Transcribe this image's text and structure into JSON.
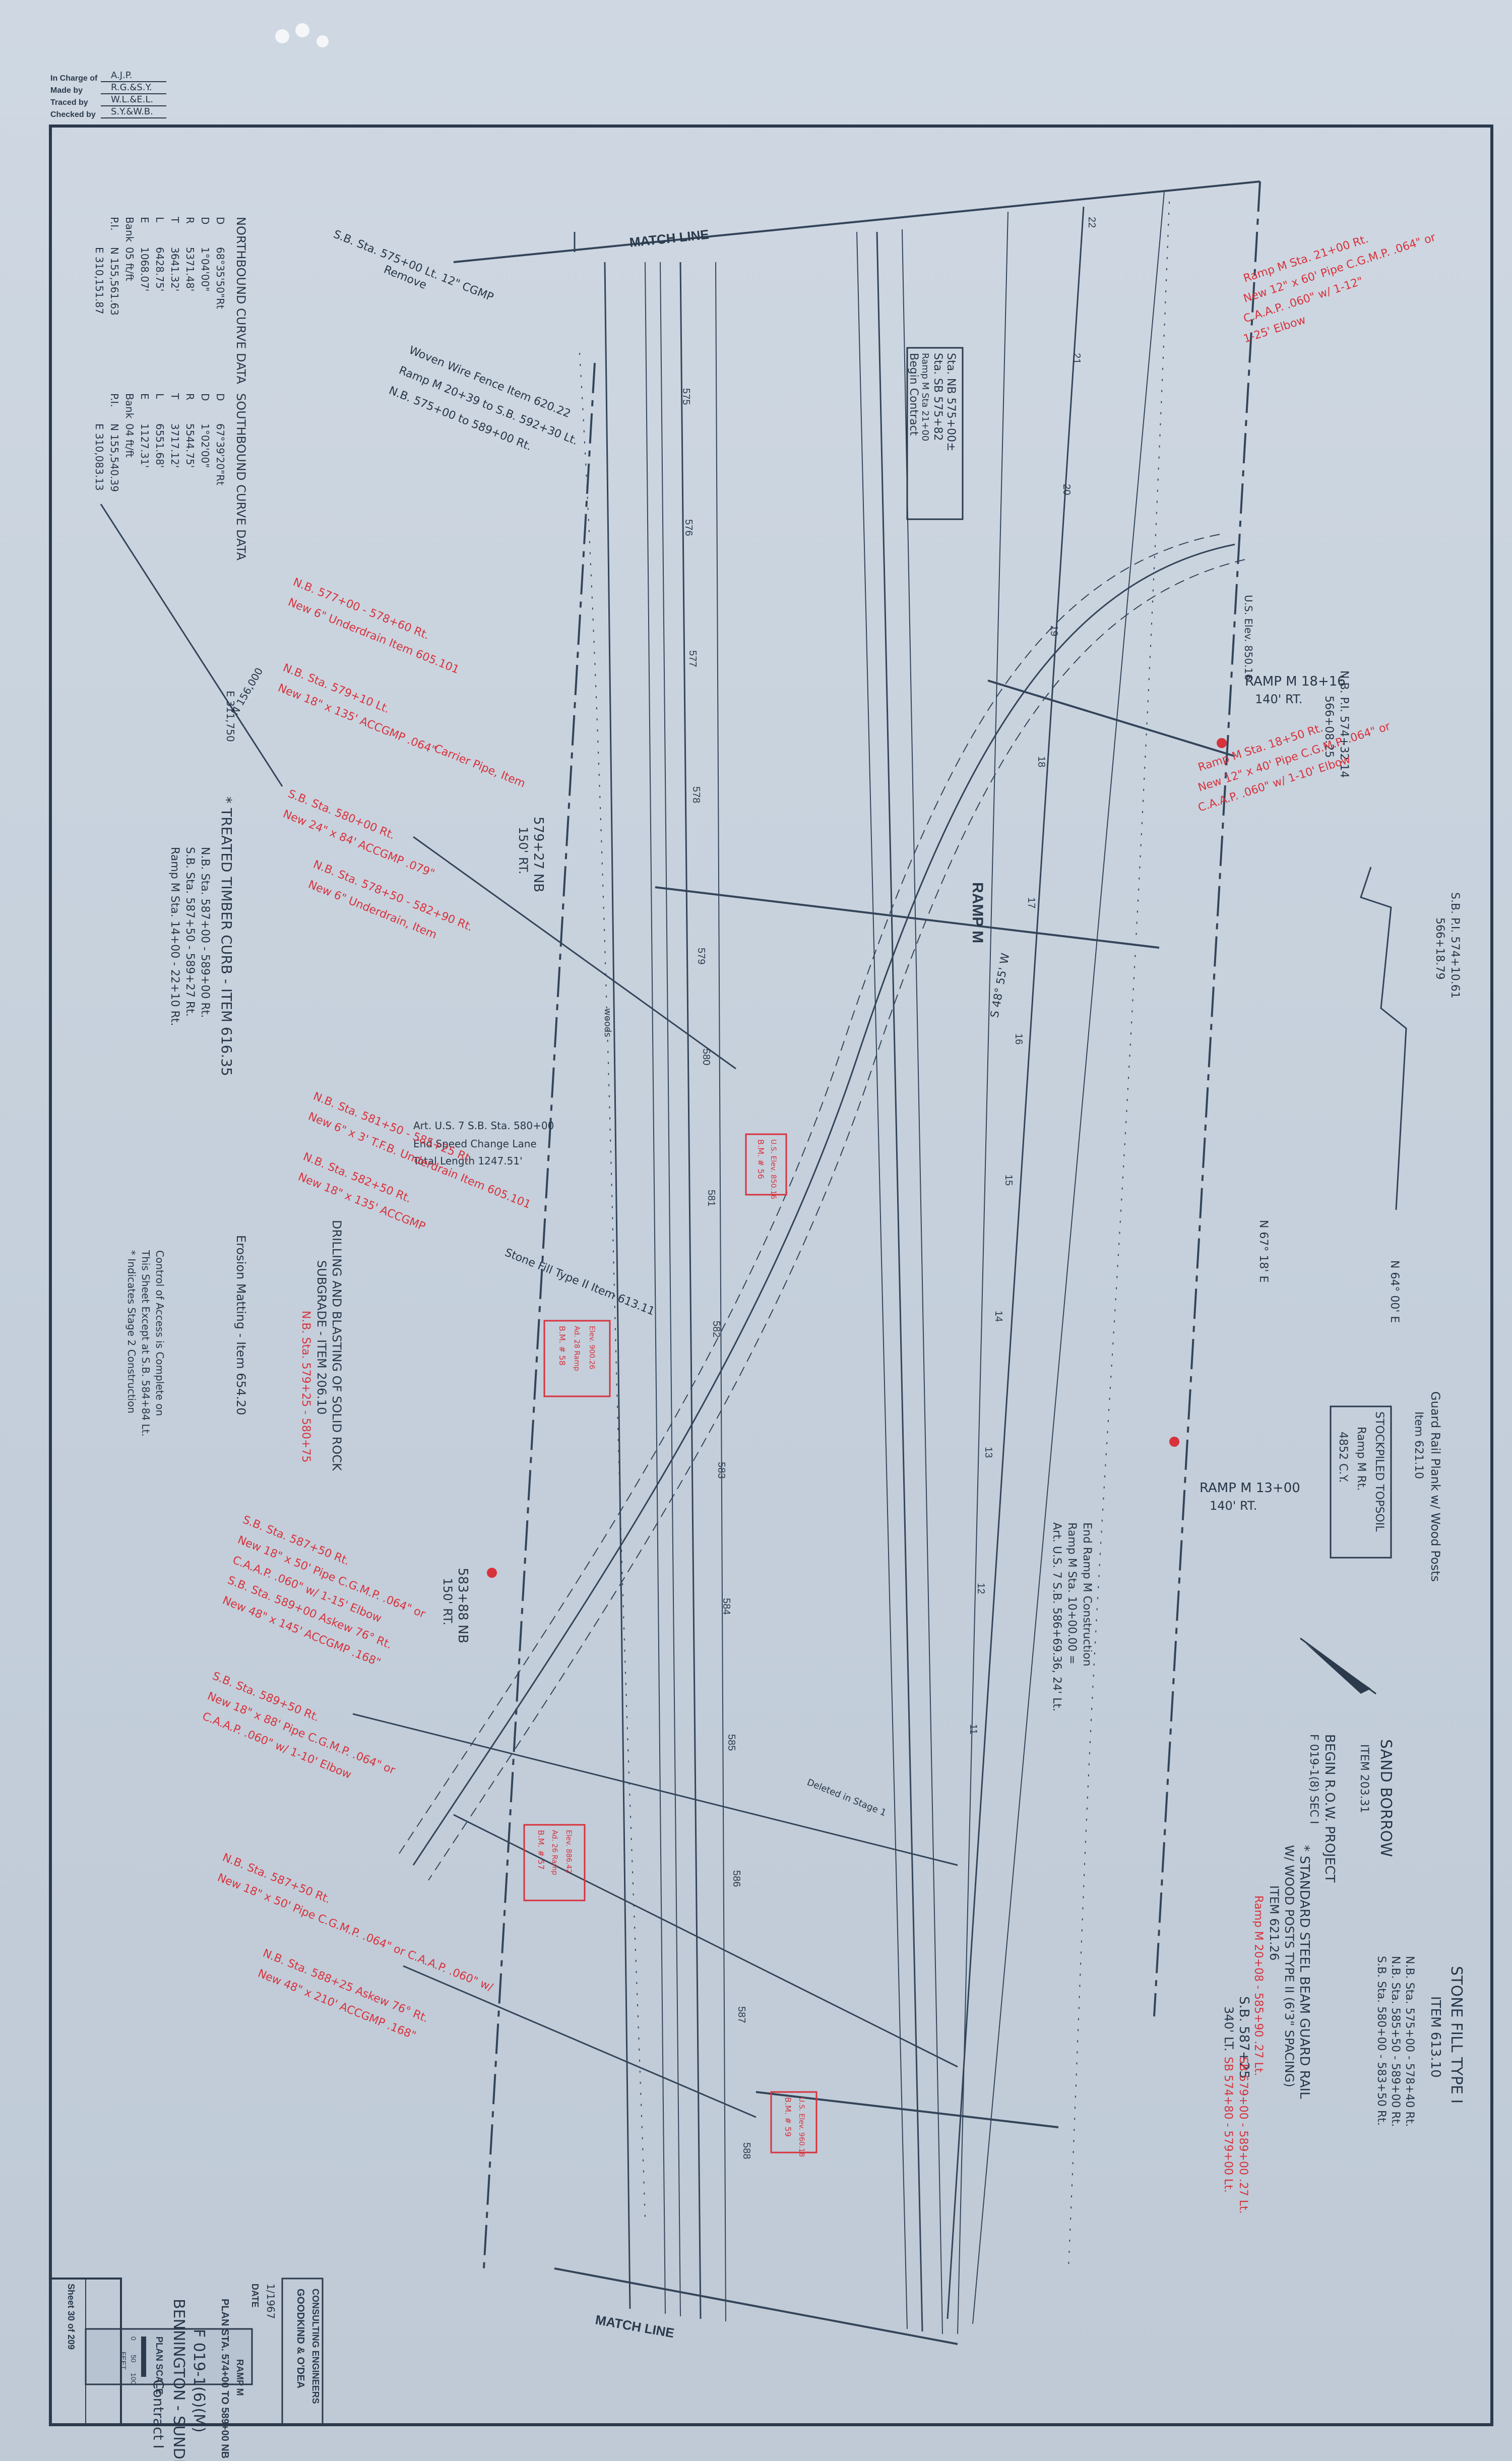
{
  "header": {
    "rows": [
      {
        "label": "In Charge of",
        "value": "A.J.P."
      },
      {
        "label": "Made by",
        "value": "R.G.&S.Y."
      },
      {
        "label": "Traced by",
        "value": "W.L.&E.L."
      },
      {
        "label": "Checked by",
        "value": "S.Y.&W.B."
      }
    ]
  },
  "match_line_top": "MATCH LINE",
  "match_line_bottom": "MATCH LINE",
  "ramp_label": "RAMP M",
  "stations_mainline": [
    "575",
    "576",
    "577",
    "578",
    "579",
    "580",
    "581",
    "582",
    "583",
    "584",
    "585",
    "586",
    "587",
    "588"
  ],
  "stations_ramp": [
    "22",
    "21",
    "20",
    "19",
    "18",
    "17",
    "16",
    "15",
    "14",
    "13",
    "12",
    "11"
  ],
  "northbound_curve": {
    "title": "NORTHBOUND CURVE DATA",
    "rows": [
      {
        "k": "D",
        "v": "68°35'50\"Rt"
      },
      {
        "k": "D",
        "v": "1°04'00\""
      },
      {
        "k": "R",
        "v": "5371.48'"
      },
      {
        "k": "T",
        "v": "3641.32'"
      },
      {
        "k": "L",
        "v": "6428.75'"
      },
      {
        "k": "E",
        "v": "1068.07'"
      },
      {
        "k": "Bank",
        "v": "05 ft/ft"
      },
      {
        "k": "P.I.",
        "v": "N 155,561.63"
      },
      {
        "k": "",
        "v": "E 310,151.87"
      }
    ]
  },
  "southbound_curve": {
    "title": "SOUTHBOUND CURVE DATA",
    "rows": [
      {
        "k": "D",
        "v": "67°39'20\"Rt"
      },
      {
        "k": "D",
        "v": "1°02'00\""
      },
      {
        "k": "R",
        "v": "5544.75'"
      },
      {
        "k": "T",
        "v": "3717.12'"
      },
      {
        "k": "L",
        "v": "6551.68'"
      },
      {
        "k": "E",
        "v": "1127.31'"
      },
      {
        "k": "Bank",
        "v": "04 ft/ft"
      },
      {
        "k": "P.I.",
        "v": "N 155,540.39"
      },
      {
        "k": "",
        "v": "E 310,083.13"
      }
    ]
  },
  "begin_contract": {
    "lines": [
      "Sta. NB 575+00±",
      "Sta. SB 575+82",
      "Ramp M Sta 21+00",
      "Begin Contract"
    ]
  },
  "notes_black": [
    {
      "id": "removal",
      "text": "S.B. Sta. 575+00 Lt. 12\" CGMP",
      "sub": "Remove"
    },
    {
      "id": "fence",
      "text": "Woven Wire Fence Item 620.22",
      "sub": "Ramp M 20+39 to S.B. 592+30 Lt."
    },
    {
      "id": "fence2",
      "text": "N.B. 575+00 to 589+00 Rt."
    },
    {
      "id": "endspeed",
      "text": "Art. U.S. 7 S.B. Sta. 580+00",
      "sub": "End Speed Change Lane"
    },
    {
      "id": "totallen",
      "text": "Total Length 1247.51'"
    },
    {
      "id": "timber",
      "text": "* TREATED TIMBER CURB - ITEM 616.35"
    },
    {
      "id": "timber1",
      "text": "N.B. Sta. 587+00 - 589+00 Rt."
    },
    {
      "id": "timber2",
      "text": "S.B. Sta. 587+50 - 589+27 Rt."
    },
    {
      "id": "timber3",
      "text": "Ramp M Sta. 14+00 - 22+10 Rt."
    },
    {
      "id": "erosion",
      "text": "Erosion Matting - Item 654.20"
    },
    {
      "id": "drilling",
      "text": "DRILLING AND BLASTING OF SOLID ROCK"
    },
    {
      "id": "subgrade",
      "text": "SUBGRADE - ITEM 206.10"
    },
    {
      "id": "control",
      "text": "Control of Access is Complete on"
    },
    {
      "id": "control2",
      "text": "This Sheet Except at S.B. 584+84 Lt."
    },
    {
      "id": "stage",
      "text": "* Indicates Stage 2 Construction"
    },
    {
      "id": "stonefill",
      "text": "Stone Fill Type II Item 613.11"
    },
    {
      "id": "endramp",
      "text": "End Ramp M Construction"
    },
    {
      "id": "endramp2",
      "text": "Ramp M Sta. 10+00.00 ="
    },
    {
      "id": "endramp3",
      "text": "Art. U.S. 7 S.B. 586+69.36, 24' Lt."
    },
    {
      "id": "guard",
      "text": "Guard Rail Plank w/ Wood Posts"
    },
    {
      "id": "guard2",
      "text": "Item 621.10"
    },
    {
      "id": "stockpile",
      "text": "STOCKPILED TOPSOIL"
    },
    {
      "id": "stockpile2",
      "text": "Ramp M Rt."
    },
    {
      "id": "stockpile3",
      "text": "4852 C.Y."
    },
    {
      "id": "sandborrow",
      "text": "SAND BORROW"
    },
    {
      "id": "sandborrow2",
      "text": "ITEM 203.31"
    },
    {
      "id": "beginrow",
      "text": "BEGIN R.O.W. PROJECT"
    },
    {
      "id": "beginrow2",
      "text": "F 019-1(8) SEC I"
    },
    {
      "id": "steelbeam",
      "text": "* STANDARD STEEL BEAM GUARD RAIL"
    },
    {
      "id": "steelbeam2",
      "text": "W/ WOOD POSTS TYPE II (6'3\" SPACING)"
    },
    {
      "id": "steelbeam3",
      "text": "ITEM 621.26"
    },
    {
      "id": "stonefill1",
      "text": "STONE FILL TYPE I"
    },
    {
      "id": "stonefill1b",
      "text": "ITEM 613.10"
    },
    {
      "id": "sf1",
      "text": "N.B. Sta. 575+00 - 578+40 Rt."
    },
    {
      "id": "sf2",
      "text": "N.B. Sta. 585+50 - 589+00 Rt."
    },
    {
      "id": "sf3",
      "text": "S.B. Sta. 580+00 - 583+50 Rt."
    },
    {
      "id": "rampm18",
      "text": "RAMP M 18+16"
    },
    {
      "id": "rampm18b",
      "text": "140' RT."
    },
    {
      "id": "rampm13",
      "text": "RAMP M 13+00"
    },
    {
      "id": "rampm13b",
      "text": "140' RT."
    },
    {
      "id": "sta579",
      "text": "579+27 NB"
    },
    {
      "id": "sta579b",
      "text": "150' RT."
    },
    {
      "id": "sta583",
      "text": "583+88 NB"
    },
    {
      "id": "sta583b",
      "text": "150' RT."
    },
    {
      "id": "sb587",
      "text": "S.B. 587+25"
    },
    {
      "id": "sb587b",
      "text": "340' LT."
    },
    {
      "id": "nbpi",
      "text": "N.B. P.I. 574+32.14"
    },
    {
      "id": "nbpi2",
      "text": "566+08.25"
    },
    {
      "id": "sbpi",
      "text": "S.B. P.I. 574+10.61"
    },
    {
      "id": "sbpi2",
      "text": "566+18.79"
    },
    {
      "id": "neast",
      "text": "N 67° 18' E"
    },
    {
      "id": "neast2",
      "text": "N 64° 00' E"
    },
    {
      "id": "bearing",
      "text": "S 48° 55' W"
    },
    {
      "id": "usgs",
      "text": "U.S. Elev. 850.16"
    },
    {
      "id": "eng",
      "text": "E 311,750"
    },
    {
      "id": "nor",
      "text": "N 156,000"
    },
    {
      "id": "woods",
      "text": "woods"
    },
    {
      "id": "deleted",
      "text": "Deleted in Stage 1"
    }
  ],
  "notes_red": [
    {
      "id": "r1",
      "text": "Ramp M Sta. 21+00 Rt."
    },
    {
      "id": "r1b",
      "text": "New 12\" x 60' Pipe C.G.M.P. .064\" or"
    },
    {
      "id": "r1c",
      "text": "C.A.A.P. .060\" w/ 1-12\""
    },
    {
      "id": "r1d",
      "text": "1-25' Elbow"
    },
    {
      "id": "r2",
      "text": "N.B. 577+00 - 578+60 Rt."
    },
    {
      "id": "r2b",
      "text": "New 6\" Underdrain Item 605.101"
    },
    {
      "id": "r3",
      "text": "N.B. Sta. 579+10 Lt."
    },
    {
      "id": "r3b",
      "text": "New 18\" x 135' ACCGMP .064\""
    },
    {
      "id": "r3c",
      "text": "Carrier Pipe, Item"
    },
    {
      "id": "r4",
      "text": "S.B. Sta. 580+00 Rt."
    },
    {
      "id": "r4b",
      "text": "New 24\" x 84' ACCGMP .079\""
    },
    {
      "id": "r5",
      "text": "N.B. Sta. 578+50 - 582+90 Rt."
    },
    {
      "id": "r5b",
      "text": "New 6\" Underdrain, Item"
    },
    {
      "id": "r6",
      "text": "Ramp M Sta. 18+50 Rt."
    },
    {
      "id": "r6b",
      "text": "New 12\" x 40' Pipe C.G.M.P. .064\" or"
    },
    {
      "id": "r6c",
      "text": "C.A.A.P. .060\" w/ 1-10' Elbow"
    },
    {
      "id": "r7",
      "text": "N.B. Sta. 581+50 - 585+25 Rt."
    },
    {
      "id": "r7b",
      "text": "New 6\" x 3' T.F.B. Underdrain Item 605.101"
    },
    {
      "id": "r8",
      "text": "N.B. Sta. 582+50 Rt."
    },
    {
      "id": "r8b",
      "text": "New 18\" x 135' ACCGMP"
    },
    {
      "id": "r9",
      "text": "N.B. Sta. 579+25 - 580+75"
    },
    {
      "id": "r10",
      "text": "S.B. Sta. 587+50 Rt."
    },
    {
      "id": "r10b",
      "text": "New 18\" x 50' Pipe C.G.M.P. .064\" or"
    },
    {
      "id": "r10c",
      "text": "C.A.A.P. .060\" w/ 1-15' Elbow"
    },
    {
      "id": "r11",
      "text": "S.B. Sta. 589+00 Askew 76° Rt."
    },
    {
      "id": "r11b",
      "text": "New 48\" x 145' ACCGMP .168\""
    },
    {
      "id": "r12",
      "text": "S.B. Sta. 589+50 Rt."
    },
    {
      "id": "r12b",
      "text": "New 18\" x 88' Pipe C.G.M.P. .064\" or"
    },
    {
      "id": "r12c",
      "text": "C.A.A.P. .060\" w/ 1-10' Elbow"
    },
    {
      "id": "r13",
      "text": "N.B. Sta. 587+50 Rt."
    },
    {
      "id": "r13b",
      "text": "New 18\" x 50' Pipe C.G.M.P. .064\" or C.A.A.P. .060\" w/"
    },
    {
      "id": "r14",
      "text": "N.B. Sta. 588+25 Askew 76° Rt."
    },
    {
      "id": "r14b",
      "text": "New 48\" x 210' ACCGMP .168\""
    },
    {
      "id": "r15",
      "text": "Ramp M 20+08 - 585+90 .27 Lt."
    },
    {
      "id": "r16",
      "text": "SB 579+00 - 589+00 .27 Lt."
    },
    {
      "id": "r17",
      "text": "SB 574+80 - 579+00 Lt."
    }
  ],
  "boxes_red": [
    {
      "lines": [
        "B.M. # 56",
        "U.S. Elev. 850.16"
      ]
    },
    {
      "lines": [
        "B.M. # 58",
        "Ad. 28 Ramp",
        "Elev. 900.26"
      ]
    },
    {
      "lines": [
        "B.M. # 57",
        "Ad. 26 Ramp",
        "Elev. 886.42"
      ]
    },
    {
      "lines": [
        "B.M. # 59",
        "U.S. Elev. 960.18"
      ]
    }
  ],
  "scale_bar": {
    "title": "PLAN SCALE",
    "labels": [
      "0",
      "50",
      "100"
    ],
    "unit": "FEET"
  },
  "title_block": {
    "sheet": "Sheet 30 of 209",
    "contract": "Contract I",
    "project": "BENNINGTON - SUNDERLAND",
    "number": "F 019-1(6)(M)",
    "plan": "PLAN STA. 574+00 TO 589+00 NB",
    "ramp": "RAMP M",
    "date_label": "DATE",
    "date": "1/1967",
    "firm": "GOODKIND & O'DEA",
    "firm2": "CONSULTING ENGINEERS"
  },
  "colors": {
    "paper": "#c9d3dd",
    "ink": "#2b3a4c",
    "red": "#d8323c"
  }
}
